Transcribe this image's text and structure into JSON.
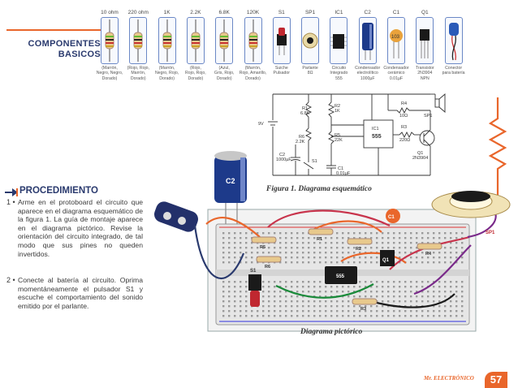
{
  "section_title_line1": "COMPONENTES",
  "section_title_line2": "BASICOS",
  "components": [
    {
      "label": "10 ohm",
      "desc": [
        "(Marrón,",
        "Negro, Negro,",
        "Dorado)"
      ],
      "icon": "resistor-icon"
    },
    {
      "label": "220 ohm",
      "desc": [
        "(Rojo, Rojo,",
        "Marrón,",
        "Dorado)"
      ],
      "icon": "resistor-icon"
    },
    {
      "label": "1K",
      "desc": [
        "(Marrón,",
        "Negro, Rojo,",
        "Dorado)"
      ],
      "icon": "resistor-icon"
    },
    {
      "label": "2.2K",
      "desc": [
        "(Rojo,",
        "Rojo, Rojo,",
        "Dorado)"
      ],
      "icon": "resistor-icon"
    },
    {
      "label": "6.8K",
      "desc": [
        "(Azul,",
        "Gris, Rojo,",
        "Dorado)"
      ],
      "icon": "resistor-icon"
    },
    {
      "label": "120K",
      "desc": [
        "(Marrón,",
        "Rojo, Amarillo,",
        "Dorado)"
      ],
      "icon": "resistor-icon"
    },
    {
      "label": "S1",
      "desc": [
        "Suiche",
        "Pulsador"
      ],
      "icon": "push-button-icon"
    },
    {
      "label": "SP1",
      "desc": [
        "Parlante",
        "8Ω"
      ],
      "icon": "speaker-icon"
    },
    {
      "label": "IC1",
      "desc": [
        "Circuito",
        "Integrado",
        "555"
      ],
      "icon": "ic-chip-icon"
    },
    {
      "label": "C2",
      "desc": [
        "Condensador",
        "electrolítico",
        "1000µF"
      ],
      "icon": "electrolytic-capacitor-icon"
    },
    {
      "label": "C1",
      "desc": [
        "Condensador",
        "cerámico",
        "0.01µF"
      ],
      "icon": "ceramic-capacitor-icon"
    },
    {
      "label": "Q1",
      "desc": [
        "Transistor",
        "2N3904",
        "NPN"
      ],
      "icon": "transistor-icon"
    },
    {
      "label": "",
      "desc": [
        "Conector",
        "para batería"
      ],
      "icon": "battery-connector-icon"
    }
  ],
  "schematic": {
    "labels": {
      "r4": "R4",
      "r4v": "10Ω",
      "r1": "R1",
      "r1v": "6.8K",
      "r2": "R2",
      "r2v": "1K",
      "r5": "R5",
      "r5v": "22K",
      "r3": "R3",
      "r3v": "220Ω",
      "r6": "R6",
      "r6v": "2.2K",
      "c2": "C2",
      "c2v": "1000µF",
      "s1": "S1",
      "c1": "C1",
      "c1v": "0.01µF",
      "ic": "IC1",
      "ic555": "555",
      "q1": "Q1",
      "q1v": "2N3904",
      "sp1": "SP1",
      "vplus": "9V"
    },
    "caption_fig": "Figura 1.",
    "caption_text": " Diagrama esquemático"
  },
  "procedure": {
    "title": "PROCEDIMIENTO",
    "steps": [
      {
        "num": "1 •",
        "text": "Arme en el protoboard el circuito que aparece en el diagrama esquemático de la figura 1. La guía de montaje aparece en el diagrama pictórico. Revise la orientación del circuito integrado, de tal modo que sus pines no queden invertidos."
      },
      {
        "num": "2 •",
        "text": "Conecte al batería al circuito. Oprima momentáneamente el pulsador S1 y escuche el comportamiento del sonido emitido por el parlante."
      }
    ]
  },
  "pictorial": {
    "caption": "Diagrama pictórico",
    "labels": {
      "c2": "C2",
      "c1": "C1",
      "sp1": "SP1",
      "s1": "S1",
      "ic": "555",
      "q1": "Q1",
      "r1": "R1",
      "r2": "R2",
      "r3": "R3",
      "r4": "R4",
      "r5": "R5",
      "r6": "R6"
    }
  },
  "footer": {
    "page_number": "57",
    "logo": "Mr. ELECTRÓNICO"
  },
  "colors": {
    "accent": "#e9662b",
    "title_blue": "#2a3a6e",
    "box_border": "#6b88c6"
  }
}
